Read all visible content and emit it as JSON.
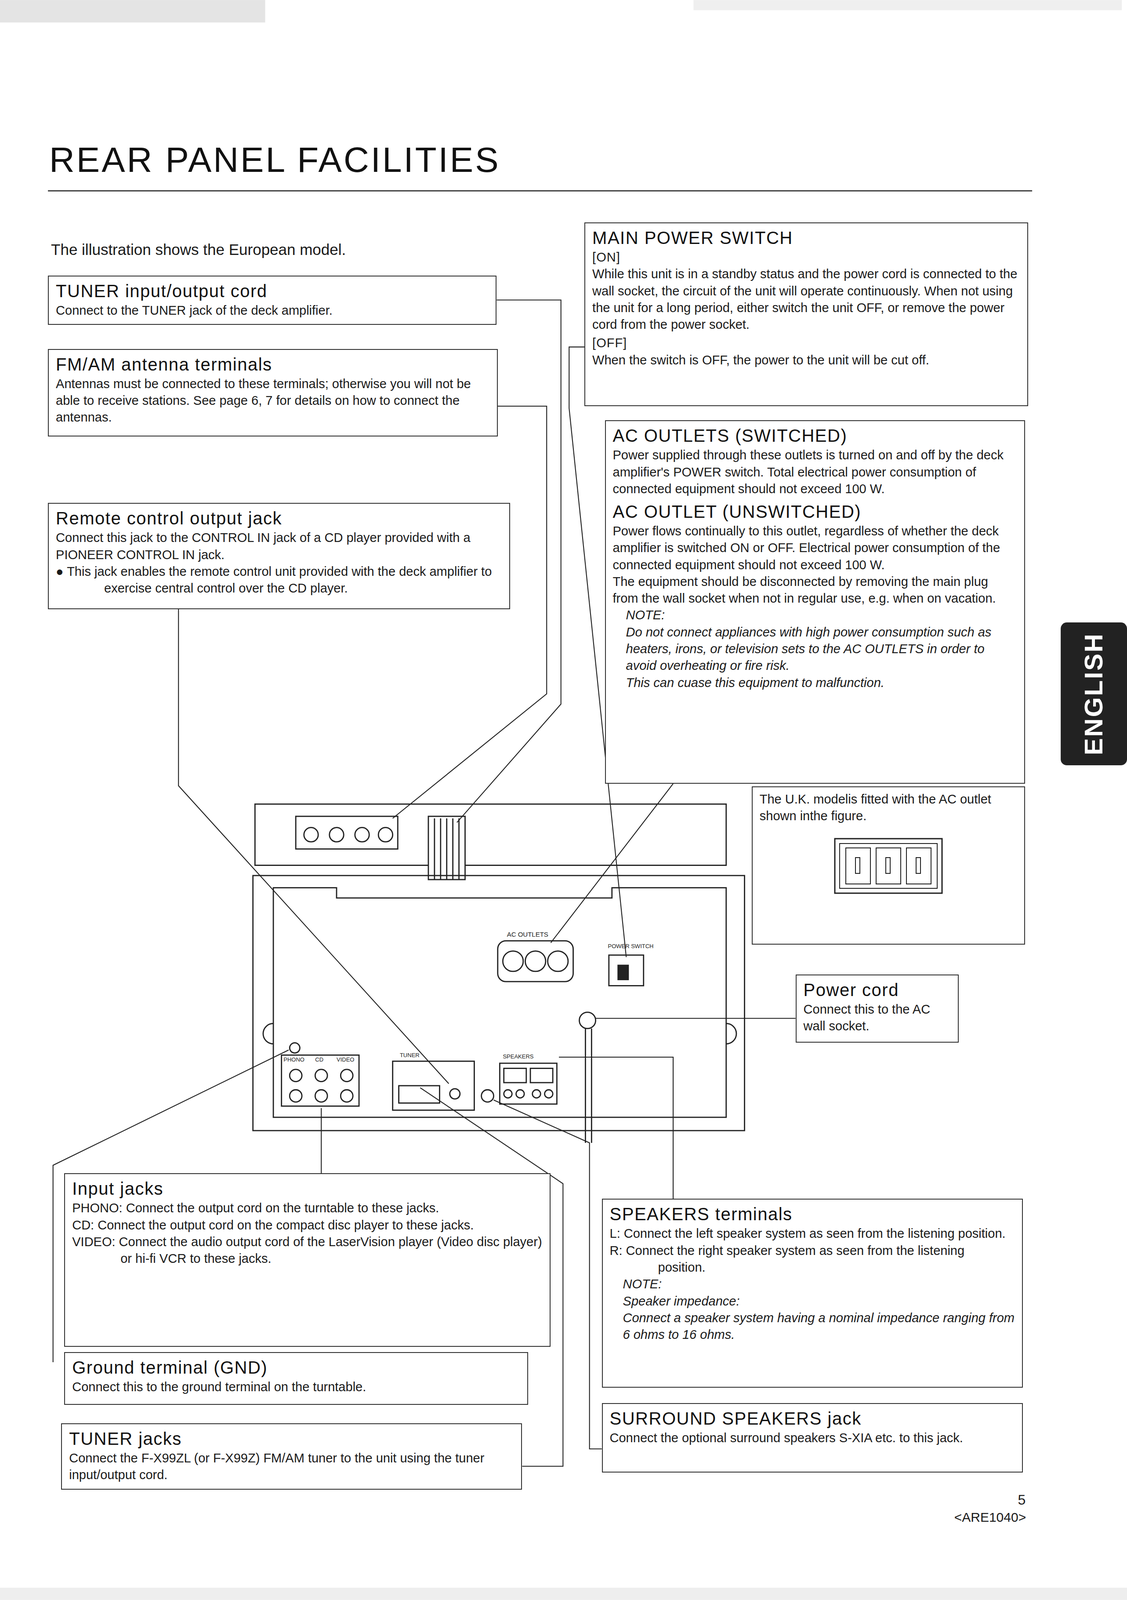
{
  "diagram": {
    "title": "REAR PANEL FACILITIES",
    "nodes": [
      {
        "text": [
          "TUNER input/output cord",
          "Connect to the TUNER jack of the deck amplifier."
        ]
      },
      {
        "text": [
          "FM/AM antenna terminals",
          "Antennas must be connected to these terminals; otherwise you will not be able to receive stations. See page 6, 7 for details on how to connect the antennas."
        ]
      },
      {
        "text": [
          "Remote control output jack",
          "Connect this jack to the CONTROL IN jack of a CD player provided with a PIONEER CONTROL IN jack.",
          "● This jack enables the remote control unit provided with the deck amplifier to exercise central control over the CD player."
        ]
      },
      {
        "text": [
          "MAIN POWER SWITCH",
          "[ON]",
          "While this unit is in a standby status and the power cord is connected to the wall socket, the circuit of the unit will operate continuously. When not using the unit for a long period, either switch the unit OFF, or remove the power cord from the power socket.",
          "[OFF]",
          "When the switch is OFF, the power to the unit will be cut off."
        ]
      },
      {
        "text": [
          "AC OUTLETS (SWITCHED)",
          "Power supplied through these outlets is turned on and off by the deck amplifier's POWER switch. Total electrical power consumption of connected equipment should not exceed 100 W.",
          "AC OUTLET (UNSWITCHED)",
          "Power flows continually to this outlet, regardless of whether the deck amplifier is switched ON or OFF. Electrical power consumption of the connected equipment should not exceed 100 W.",
          "The equipment should be disconnected by removing the main plug from the wall socket when not in regular use, e.g. when on vacation.",
          "NOTE:",
          "Do not connect appliances with high power consumption such as heaters, irons, or television sets to the AC OUTLETS in order to avoid overheating or fire risk.",
          "This can cuase this equipment to malfunction."
        ]
      },
      {
        "text": [
          "The U.K. modelis fitted with the AC outlet shown inthe figure."
        ]
      },
      {
        "text": [
          "Power cord",
          "Connect this to the AC wall socket."
        ]
      },
      {
        "text": [
          "Input jacks",
          "PHONO: Connect the output cord on the turntable to these jacks.",
          "CD: Connect the output cord on the compact disc player to these jacks.",
          "VIDEO: Connect the audio output cord of the LaserVision player (Video disc player) or hi-fi VCR to these jacks."
        ]
      },
      {
        "text": [
          "Ground terminal (GND)",
          "Connect this to the ground terminal on the turntable."
        ]
      },
      {
        "text": [
          "TUNER jacks",
          "Connect the F-X99ZL (or F-X99Z) FM/AM tuner to the unit using the tuner input/output cord."
        ]
      },
      {
        "text": [
          "SPEAKERS terminals",
          "L: Connect the left speaker system as seen from the listening position.",
          "R: Connect the right speaker system as seen from the listening position.",
          "NOTE:",
          "Speaker impedance:",
          "Connect a speaker system having a nominal impedance ranging from 6 ohms to 16 ohms."
        ]
      },
      {
        "text": [
          "SURROUND SPEAKERS jack",
          "Connect the optional surround speakers S-XIA etc. to this jack."
        ]
      }
    ],
    "labels": [
      "The illustration shows the European model.",
      "ENGLISH",
      "5",
      "<ARE1040>",
      "AC OUTLETS",
      "POWER SWITCH",
      "PHONO",
      "CD",
      "VIDEO",
      "TUNER",
      "SPEAKERS"
    ]
  }
}
